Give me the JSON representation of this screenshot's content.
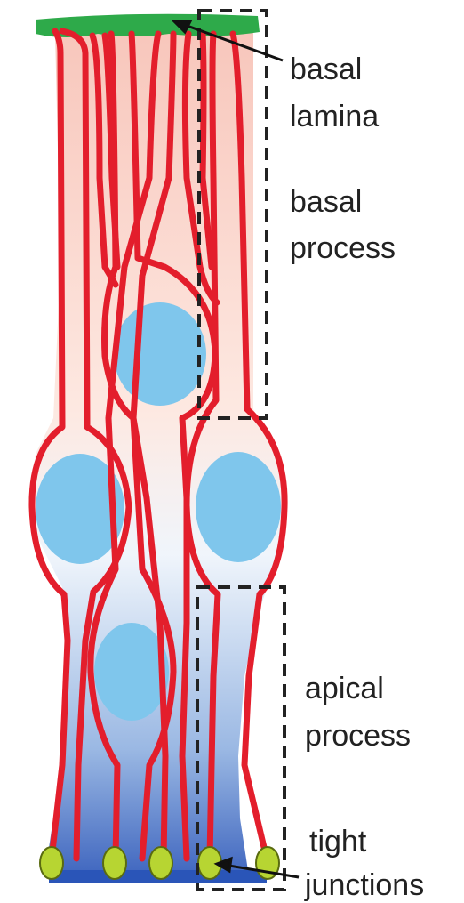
{
  "labels": {
    "basal_lamina_line1": "basal",
    "basal_lamina_line2": "lamina",
    "basal_process_line1": "basal",
    "basal_process_line2": "process",
    "apical_process_line1": "apical",
    "apical_process_line2": "process",
    "tight_junctions_line1": "tight",
    "tight_junctions_line2": "junctions"
  },
  "colors": {
    "membrane": "#e31e2c",
    "nucleus": "#7fc6ec",
    "lamina": "#2eaa4a",
    "junction": "#b7d532",
    "apical_base": "#2a55b8",
    "cytoplasm": "#f7b5a8",
    "outline": "#222222"
  }
}
